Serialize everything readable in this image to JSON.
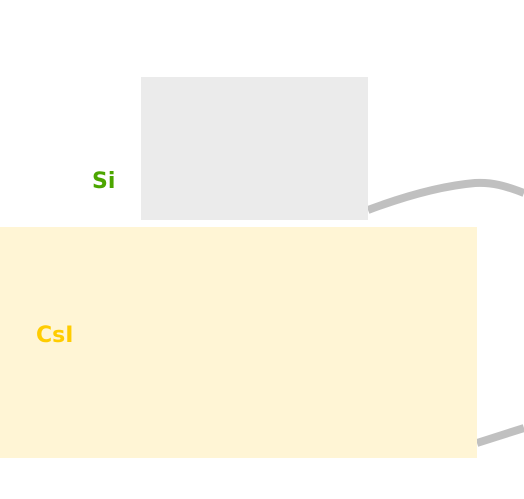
{
  "layers": [
    {
      "key": "si",
      "label": "Si",
      "color": "#4ca600",
      "fill": "#ebebeb"
    },
    {
      "key": "csi",
      "label": "CsI",
      "color": "#ffcc00",
      "fill": "#fff5d5"
    }
  ],
  "connector_color": "#c0c0c0"
}
